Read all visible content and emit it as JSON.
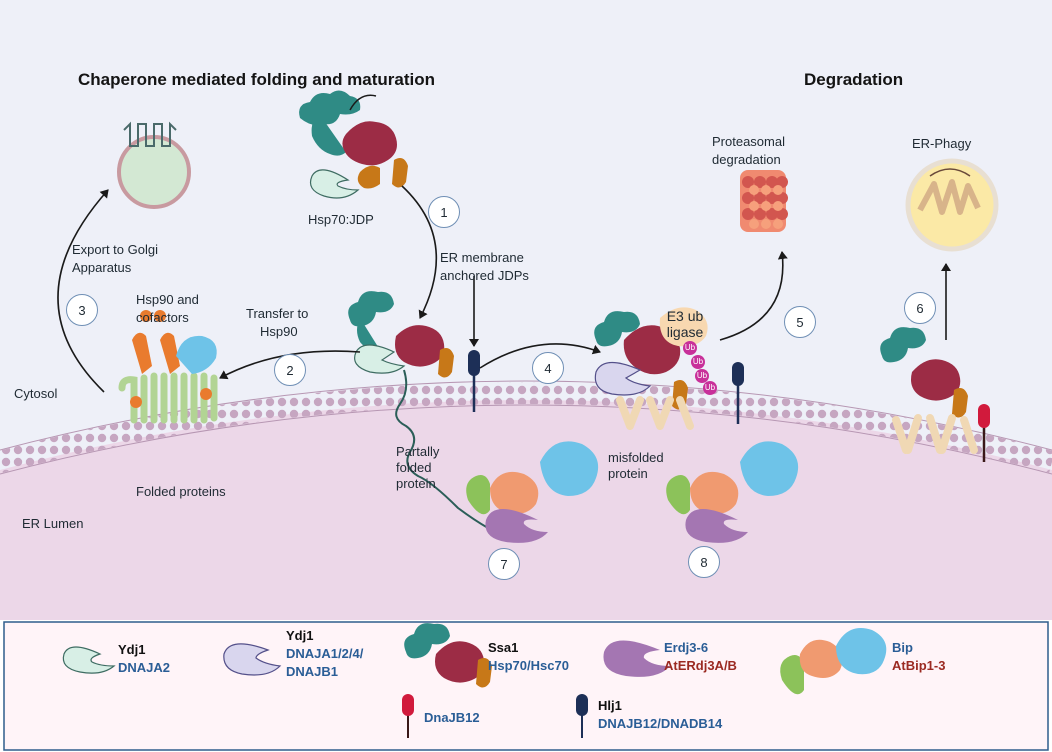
{
  "headings": {
    "left": "Chaperone mediated folding and maturation",
    "right": "Degradation"
  },
  "labels": {
    "hsp70_jdp": "Hsp70:JDP",
    "export_line1": "Export to Golgi",
    "export_line2": "Apparatus",
    "hsp90_line1": "Hsp90 and",
    "hsp90_line2": "cofactors",
    "transfer_line1": "Transfer to",
    "transfer_line2": "Hsp90",
    "er_jdps_line1": "ER membrane",
    "er_jdps_line2": "anchored JDPs",
    "proteasomal_line1": "Proteasomal",
    "proteasomal_line2": "degradation",
    "er_phagy": "ER-Phagy",
    "e3_line1": "E3 ub",
    "e3_line2": "ligase",
    "ub": "Ub",
    "cytosol": "Cytosol",
    "folded": "Folded proteins",
    "partial_line1": "Partally",
    "partial_line2": "folded",
    "partial_line3": "protein",
    "misfolded_line1": "misfolded",
    "misfolded_line2": "protein",
    "er_lumen": "ER Lumen"
  },
  "steps": [
    "1",
    "2",
    "3",
    "4",
    "5",
    "6",
    "7",
    "8"
  ],
  "legend": {
    "ydj1_a": {
      "name": "Ydj1",
      "homolog": "DNAJA2"
    },
    "ydj1_b": {
      "name": "Ydj1",
      "homolog_line1": "DNAJA1/2/4/",
      "homolog_line2": "DNAJB1"
    },
    "ssa1": {
      "name": "Ssa1",
      "homolog": "Hsp70/Hsc70"
    },
    "erdj": {
      "name": "Erdj3-6",
      "homolog": "AtERdj3A/B"
    },
    "bip": {
      "name": "Bip",
      "homolog": "AtBip1-3"
    },
    "dnajb12": {
      "name": "DnaJB12"
    },
    "hlj1": {
      "name": "Hlj1",
      "homolog": "DNAJB12/DNADB14"
    }
  },
  "colors": {
    "cytosol_bg": "#eef0f8",
    "lumen_bg": "#ecd7e8",
    "membrane": "#c9a9c4",
    "legend_border": "#2f5d8c",
    "teal_protein": "#2f8b85",
    "maroon_protein": "#9c2c45",
    "orange_protein": "#c77818",
    "mint_jdp": "#d8efe6",
    "lavender_jdp": "#d9d6ee",
    "purple_erdj": "#a476b2",
    "salmon_bip": "#f09a70",
    "cyan_bip": "#6ec3e8",
    "green_bip": "#8cc25a",
    "navy_hlj1": "#1d2f57",
    "red_dnajb12": "#d11a3c",
    "label_blue": "#2a5d96",
    "label_red": "#9b2a22"
  }
}
